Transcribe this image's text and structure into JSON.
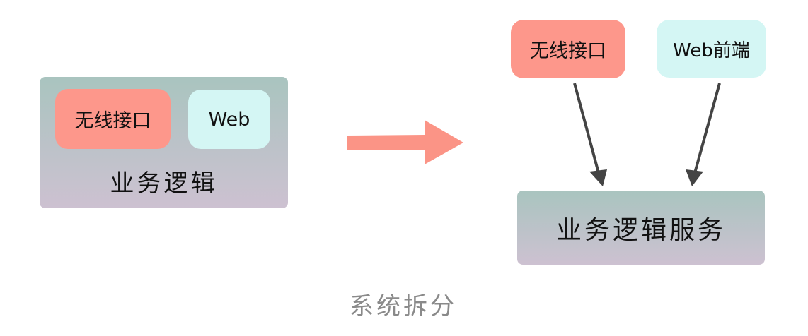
{
  "before": {
    "container_label": "业务逻辑",
    "wireless_label": "无线接口",
    "web_label": "Web"
  },
  "after": {
    "wireless_label": "无线接口",
    "web_label": "Web前端",
    "service_label": "业务逻辑服务"
  },
  "caption": "系统拆分",
  "colors": {
    "red": "#fd978b",
    "cyan": "#d4f6f4",
    "arrow": "#fb9486",
    "edge": "#444444"
  }
}
